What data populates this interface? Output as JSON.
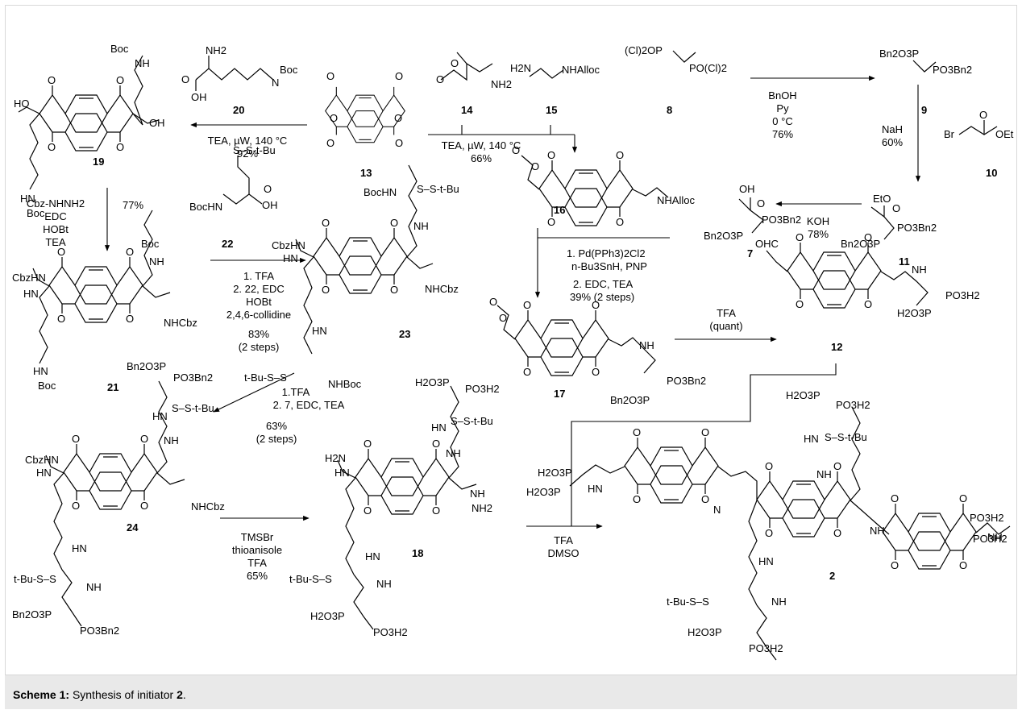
{
  "caption": {
    "label": "Scheme 1:",
    "text": "Synthesis of initiator",
    "compound": "2",
    "end": "."
  },
  "compounds": {
    "c2": "2",
    "c7": "7",
    "c8": "8",
    "c9": "9",
    "c10": "10",
    "c11": "11",
    "c12": "12",
    "c13": "13",
    "c14": "14",
    "c15": "15",
    "c16": "16",
    "c17": "17",
    "c18": "18",
    "c19": "19",
    "c20": "20",
    "c21": "21",
    "c22": "22",
    "c23": "23",
    "c24": "24"
  },
  "conditions": {
    "to19": [
      "TEA, µW, 140 °C",
      "92%"
    ],
    "to16": [
      "TEA, µW, 140 °C",
      "66%"
    ],
    "to9": [
      "BnOH",
      "Py",
      "0 °C",
      "76%"
    ],
    "to11": [
      "NaH",
      "60%"
    ],
    "to7": [
      "KOH",
      "78%"
    ],
    "to21": [
      "Cbz-NHNH2",
      "EDC",
      "HOBt",
      "TEA"
    ],
    "to21_yield": "77%",
    "to23": [
      "1. TFA",
      "2. 22, EDC",
      "HOBt",
      "2,4,6-collidine",
      "83%",
      "(2 steps)"
    ],
    "to17": [
      "1. Pd(PPh3)2Cl2",
      "n-Bu3SnH, PNP",
      "2. EDC, TEA",
      "39% (2 steps)"
    ],
    "to12": [
      "TFA",
      "(quant)"
    ],
    "to24": [
      "1.TFA",
      "2. 7, EDC, TEA",
      "63%",
      "(2 steps)"
    ],
    "to18": [
      "TMSBr",
      "thioanisole",
      "TFA",
      "65%"
    ],
    "to2": [
      "TFA",
      "DMSO"
    ]
  },
  "groups": {
    "boc": "Boc",
    "nh": "NH",
    "hn": "HN",
    "ho": "HO",
    "oh": "OH",
    "o": "O",
    "nh2": "NH2",
    "h2n": "H2N",
    "n": "N",
    "nhalloc": "NHAlloc",
    "cbzhn": "CbzHN",
    "nhcbz": "NHCbz",
    "nhboc": "NHBoc",
    "bochn": "BocHN",
    "sstbu": "S–S-t-Bu",
    "tbuss": "t-Bu-S–S",
    "po3bn2": "PO3Bn2",
    "bn2o3p": "Bn2O3P",
    "po3h2": "PO3H2",
    "h2o3p": "H2O3P",
    "cl2op": "(Cl)2OP",
    "pocl2": "PO(Cl)2",
    "br": "Br",
    "oet": "OEt",
    "eto": "EtO",
    "ohc": "OHC",
    "nhnh2": "NH2"
  }
}
